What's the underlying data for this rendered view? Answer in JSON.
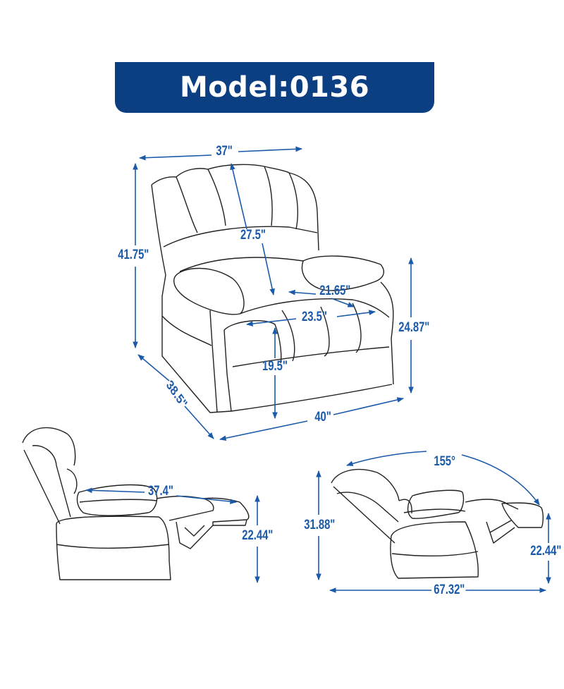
{
  "header": {
    "title": "Model:0136"
  },
  "colors": {
    "banner": "#0c3f82",
    "dimension": "#1a5aa8",
    "outline": "#222222"
  },
  "front_view": {
    "dimensions": {
      "top_width": "37\"",
      "total_height": "41.75\"",
      "back_height": "27.5\"",
      "seat_depth": "21.65\"",
      "seat_width": "23.5\"",
      "arm_height": "24.87\"",
      "seat_height": "19.5\"",
      "depth": "38.5\"",
      "width": "40\""
    }
  },
  "side_view": {
    "dimensions": {
      "reclined_length": "37.4\"",
      "footrest_height": "22.44\""
    }
  },
  "recline_view": {
    "dimensions": {
      "angle": "155°",
      "height": "31.88\"",
      "footrest_height": "22.44\"",
      "total_length": "67.32\""
    }
  }
}
